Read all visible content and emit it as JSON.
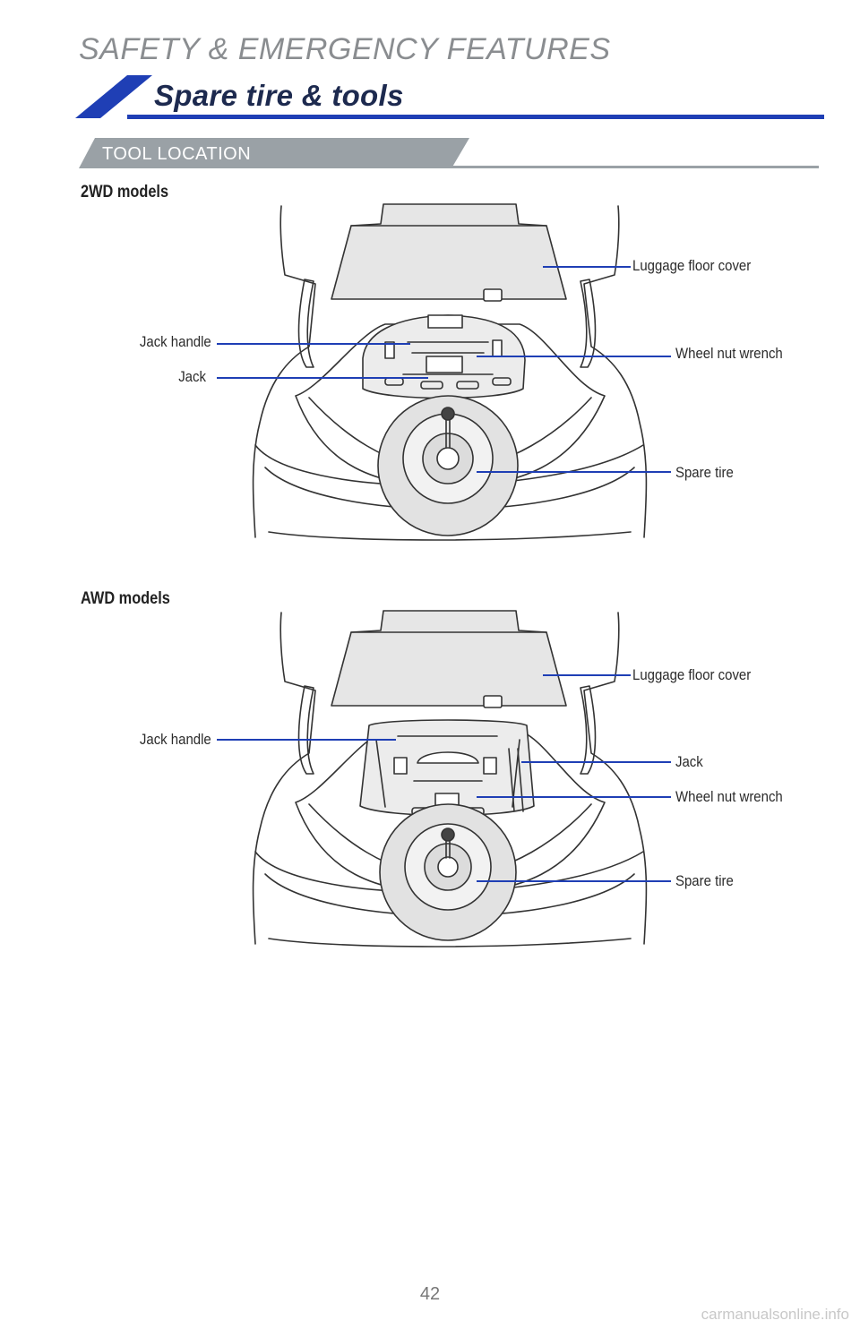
{
  "header": {
    "section": "SAFETY & EMERGENCY FEATURES",
    "title": "Spare tire & tools",
    "subheading": "TOOL LOCATION",
    "brand_color": "#1f3fb5",
    "subheading_color": "#9aa1a6"
  },
  "figures": [
    {
      "label": "2WD models",
      "callouts": {
        "luggage_floor_cover": "Luggage floor cover",
        "jack_handle": "Jack handle",
        "wheel_nut_wrench": "Wheel nut wrench",
        "jack": "Jack",
        "spare_tire": "Spare tire"
      }
    },
    {
      "label": "AWD models",
      "callouts": {
        "luggage_floor_cover": "Luggage floor cover",
        "jack_handle": "Jack handle",
        "jack": "Jack",
        "wheel_nut_wrench": "Wheel nut wrench",
        "spare_tire": "Spare tire"
      }
    }
  ],
  "footer": {
    "page_number": "42",
    "watermark": "carmanualsonline.info"
  }
}
